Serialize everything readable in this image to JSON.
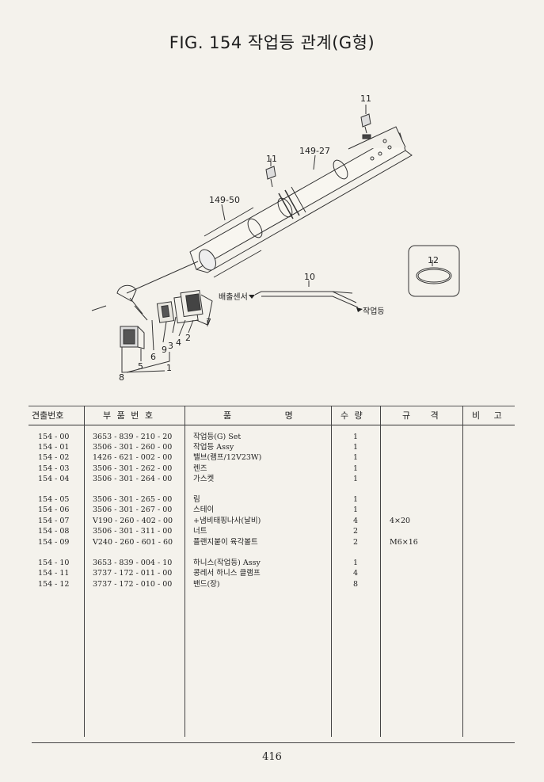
{
  "title": "FIG. 154 작업등 관계(G형)",
  "diagram": {
    "labels": {
      "l11a": "11",
      "l11b": "11",
      "l14927": "149-27",
      "l14950": "149-50",
      "l10": "10",
      "l12": "12",
      "sensor": "배출센서",
      "worklight": "작업등",
      "l1": "1",
      "l2": "2",
      "l3": "3",
      "l4": "4",
      "l5": "5",
      "l6": "6",
      "l7": "7",
      "l8": "8",
      "l9": "9"
    }
  },
  "table": {
    "headers": {
      "no": "견출번호",
      "part": "부 품 번 호",
      "name": "품 명",
      "qty": "수 량",
      "spec": "규 격",
      "remark": "비 고"
    },
    "rows": [
      {
        "no": "154 - 00",
        "part": "3653 - 839 - 210 - 20",
        "name": "작업등(G) Set",
        "qty": "1",
        "spec": ""
      },
      {
        "no": "154 - 01",
        "part": "3506 - 301 - 260 - 00",
        "name": "작업등 Assy",
        "qty": "1",
        "spec": ""
      },
      {
        "no": "154 - 02",
        "part": "1426 - 621 - 002 - 00",
        "name": "밸브(램프/12V23W)",
        "qty": "1",
        "spec": ""
      },
      {
        "no": "154 - 03",
        "part": "3506 - 301 - 262 - 00",
        "name": "렌즈",
        "qty": "1",
        "spec": ""
      },
      {
        "no": "154 - 04",
        "part": "3506 - 301 - 264 - 00",
        "name": "가스켓",
        "qty": "1",
        "spec": ""
      },
      {
        "no": "154 - 05",
        "part": "3506 - 301 - 265 - 00",
        "name": "림",
        "qty": "1",
        "spec": ""
      },
      {
        "no": "154 - 06",
        "part": "3506 - 301 - 267 - 00",
        "name": "스테이",
        "qty": "1",
        "spec": ""
      },
      {
        "no": "154 - 07",
        "part": "V190 - 260 - 402 - 00",
        "name": "+냄비태핑나사(날비)",
        "qty": "4",
        "spec": "4×20"
      },
      {
        "no": "154 - 08",
        "part": "3506 - 301 - 311 - 00",
        "name": "너트",
        "qty": "2",
        "spec": ""
      },
      {
        "no": "154 - 09",
        "part": "V240 - 260 - 601 - 60",
        "name": "플랜지붙이 육각볼트",
        "qty": "2",
        "spec": "M6×16"
      },
      {
        "no": "154 - 10",
        "part": "3653 - 839 - 004 - 10",
        "name": "하니스(작업등) Assy",
        "qty": "1",
        "spec": ""
      },
      {
        "no": "154 - 11",
        "part": "3737 - 172 - 011 - 00",
        "name": "콩레서 하니스 클램프",
        "qty": "4",
        "spec": ""
      },
      {
        "no": "154 - 12",
        "part": "3737 - 172 - 010 - 00",
        "name": "밴드(장)",
        "qty": "8",
        "spec": ""
      }
    ]
  },
  "page_number": "416"
}
